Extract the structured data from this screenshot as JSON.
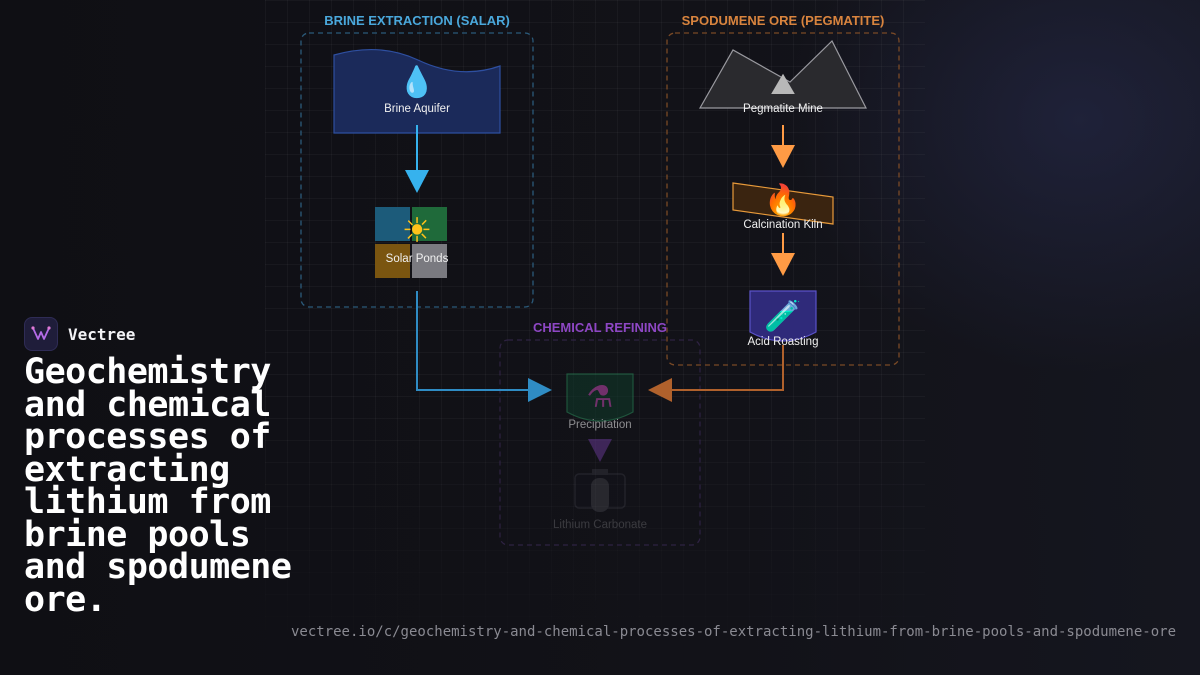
{
  "brand": {
    "name": "Vectree"
  },
  "headline": "Geochemistry and chemical processes of extracting lithium from brine pools and spodumene ore.",
  "url": "vectree.io/c/geochemistry-and-chemical-processes-of-extracting-lithium-from-brine-pools-and-spodumene-ore",
  "colors": {
    "brine": "#4aa8dc",
    "brine_arrow": "#36b2ee",
    "spodumene": "#d9843e",
    "spodumene_arrow": "#ff9b45",
    "refining": "#8e47c4"
  },
  "groups": {
    "brine": "BRINE EXTRACTION (SALAR)",
    "spodumene": "SPODUMENE ORE (PEGMATITE)",
    "refining": "CHEMICAL REFINING"
  },
  "nodes": {
    "brine_aquifer": {
      "label": "Brine Aquifer",
      "icon": "water-drop-icon"
    },
    "solar_ponds": {
      "label": "Solar Ponds",
      "icon": "sun-icon"
    },
    "pegmatite_mine": {
      "label": "Pegmatite Mine",
      "icon": "mountain-icon"
    },
    "calcination_kiln": {
      "label": "Calcination Kiln",
      "icon": "fire-icon"
    },
    "acid_roasting": {
      "label": "Acid Roasting",
      "icon": "test-tube-icon"
    },
    "precipitation": {
      "label": "Precipitation",
      "icon": "flask-icon"
    },
    "lithium_carbonate": {
      "label": "Lithium Carbonate",
      "icon": "battery-icon"
    }
  }
}
